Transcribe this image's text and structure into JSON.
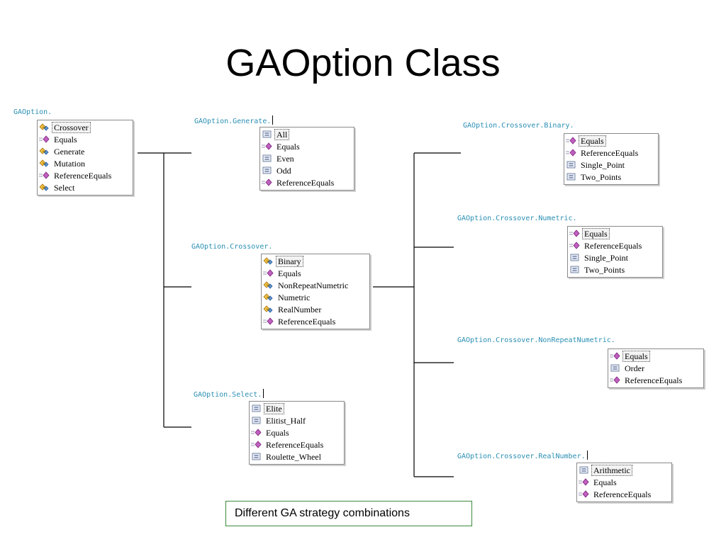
{
  "title": "GAOption Class",
  "caption": "Different GA strategy combinations",
  "colors": {
    "code_text": "#2a8fb3",
    "caption_border": "#3a8a3a",
    "listbox_border": "#8a8a8a"
  },
  "icons": {
    "class": "class-icon",
    "method": "method-icon",
    "enum": "enum-icon"
  },
  "panels": {
    "root": {
      "expr": "GAOption.",
      "items": [
        {
          "label": "Crossover",
          "icon": "class",
          "selected": true
        },
        {
          "label": "Equals",
          "icon": "method"
        },
        {
          "label": "Generate",
          "icon": "class"
        },
        {
          "label": "Mutation",
          "icon": "class"
        },
        {
          "label": "ReferenceEquals",
          "icon": "method"
        },
        {
          "label": "Select",
          "icon": "class"
        }
      ]
    },
    "generate": {
      "expr": "GAOption.Generate.",
      "items": [
        {
          "label": "All",
          "icon": "enum",
          "selected": true
        },
        {
          "label": "Equals",
          "icon": "method"
        },
        {
          "label": "Even",
          "icon": "enum"
        },
        {
          "label": "Odd",
          "icon": "enum"
        },
        {
          "label": "ReferenceEquals",
          "icon": "method"
        }
      ]
    },
    "crossover": {
      "expr": "GAOption.Crossover.",
      "items": [
        {
          "label": "Binary",
          "icon": "class",
          "selected": true
        },
        {
          "label": "Equals",
          "icon": "method"
        },
        {
          "label": "NonRepeatNumetric",
          "icon": "class"
        },
        {
          "label": "Numetric",
          "icon": "class"
        },
        {
          "label": "RealNumber",
          "icon": "class"
        },
        {
          "label": "ReferenceEquals",
          "icon": "method"
        }
      ]
    },
    "select": {
      "expr": "GAOption.Select.",
      "items": [
        {
          "label": "Elite",
          "icon": "enum",
          "selected": true
        },
        {
          "label": "Elitist_Half",
          "icon": "enum"
        },
        {
          "label": "Equals",
          "icon": "method"
        },
        {
          "label": "ReferenceEquals",
          "icon": "method"
        },
        {
          "label": "Roulette_Wheel",
          "icon": "enum"
        }
      ]
    },
    "crossover_binary": {
      "expr": "GAOption.Crossover.Binary.",
      "items": [
        {
          "label": "Equals",
          "icon": "method",
          "selected": true
        },
        {
          "label": "ReferenceEquals",
          "icon": "method"
        },
        {
          "label": "Single_Point",
          "icon": "enum"
        },
        {
          "label": "Two_Points",
          "icon": "enum"
        }
      ]
    },
    "crossover_numetric": {
      "expr": "GAOption.Crossover.Numetric.",
      "items": [
        {
          "label": "Equals",
          "icon": "method",
          "selected": true
        },
        {
          "label": "ReferenceEquals",
          "icon": "method"
        },
        {
          "label": "Single_Point",
          "icon": "enum"
        },
        {
          "label": "Two_Points",
          "icon": "enum"
        }
      ]
    },
    "crossover_nonrepeat": {
      "expr": "GAOption.Crossover.NonRepeatNumetric.",
      "items": [
        {
          "label": "Equals",
          "icon": "method",
          "selected": true
        },
        {
          "label": "Order",
          "icon": "enum"
        },
        {
          "label": "ReferenceEquals",
          "icon": "method"
        }
      ]
    },
    "crossover_realnumber": {
      "expr": "GAOption.Crossover.RealNumber.",
      "items": [
        {
          "label": "Arithmetic",
          "icon": "enum",
          "selected": true
        },
        {
          "label": "Equals",
          "icon": "method"
        },
        {
          "label": "ReferenceEquals",
          "icon": "method"
        }
      ]
    }
  }
}
